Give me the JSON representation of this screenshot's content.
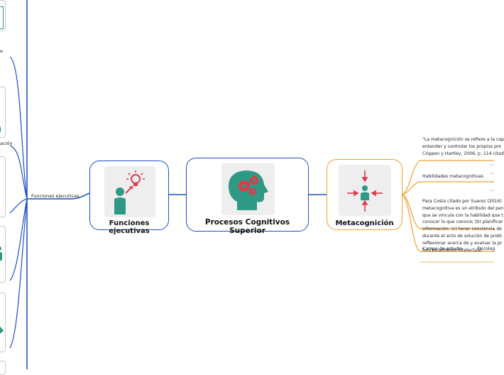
{
  "central": {
    "title": "Procesos Cognitivos Superior"
  },
  "left_node": {
    "title": "Funciones ejecutivas"
  },
  "right_node": {
    "title": "Metacognición"
  },
  "left_branch": {
    "label": "Funciones ejecutivas"
  },
  "left_edge_labels": [
    "e",
    "ación"
  ],
  "right_texts": {
    "quote_lines": [
      "\"La metacognición se refiere a la cap",
      "entender y controlar los propios pro",
      "Crippen y Hartley, 2006, p. 114 citad"
    ],
    "habilidades": "Habilidades metacognitivas",
    "costa_lines": [
      "Para Costa citado por Suarez (2016)",
      "metacognitiva es un atributo del pen",
      " que se vincula con la habilidad que t",
      "conocer lo que conoce; (b) planificar",
      "información; (c) tener conciencia de",
      "durante el acto de solución de probl",
      "reflexionar acerca de y evaluar la pr",
      "funcionamiento intelectual."
    ],
    "campo": "Campo de estudio",
    "psicolog": "Psicolog"
  },
  "colors": {
    "blue": "#1f4fbf",
    "orange": "#f0a030",
    "teal": "#2e9a86",
    "red": "#e03a4a",
    "dark_teal": "#1d6f66"
  },
  "icons": [
    "head-gears-icon",
    "person-lightbulb-icon",
    "person-arrows-icon"
  ]
}
